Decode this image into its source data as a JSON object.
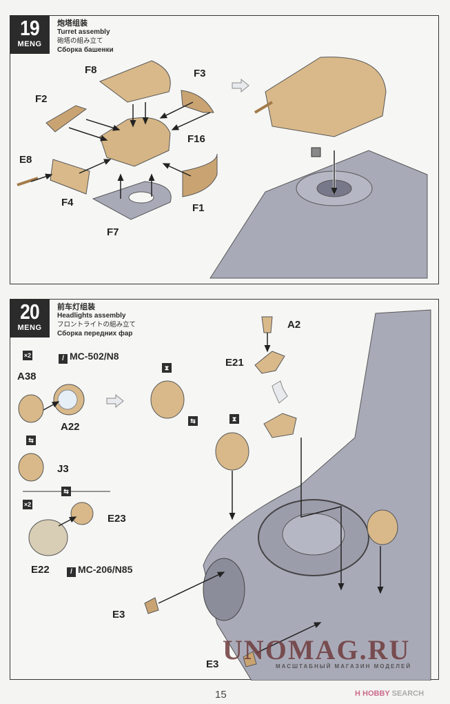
{
  "steps": [
    {
      "number": "19",
      "brand": "MENG",
      "title_zh": "炮塔组装",
      "title_en": "Turret assembly",
      "title_ja": "砲塔の組み立て",
      "title_ru": "Сборка башенки",
      "part_labels": [
        "F8",
        "F3",
        "F2",
        "F16",
        "E8",
        "F4",
        "F1",
        "F7"
      ],
      "icons": [
        "arrow-next-icon",
        "rotate-lock-icon"
      ]
    },
    {
      "number": "20",
      "brand": "MENG",
      "title_zh": "前车灯组装",
      "title_en": "Headlights assembly",
      "title_ja": "フロントライトの組み立て",
      "title_ru": "Сборка передних фар",
      "part_labels": [
        "A2",
        "E21",
        "A38",
        "A22",
        "J3",
        "E23",
        "E22",
        "E3",
        "E3"
      ],
      "quantity_badges": [
        "×2",
        "×2"
      ],
      "paints": [
        "MC-502/N8",
        "MC-206/N85"
      ],
      "icons": [
        "times-two-icon",
        "paint-brush-icon",
        "alternative-icon",
        "glue-icon",
        "arrow-next-icon"
      ]
    }
  ],
  "page_number": "15",
  "watermark": {
    "main": "UNOMAG.RU",
    "sub": "МАСШТАБНЫЙ МАГАЗИН МОДЕЛЕЙ"
  },
  "source_badge": {
    "logo": "H",
    "text_a": "HOBBY",
    "text_b": " SEARCH"
  },
  "colors": {
    "part_tan": "#d9b98a",
    "hull_gray": "#a9aab8",
    "step_bg": "#2b2b2b",
    "paper": "#f4f4f3"
  }
}
